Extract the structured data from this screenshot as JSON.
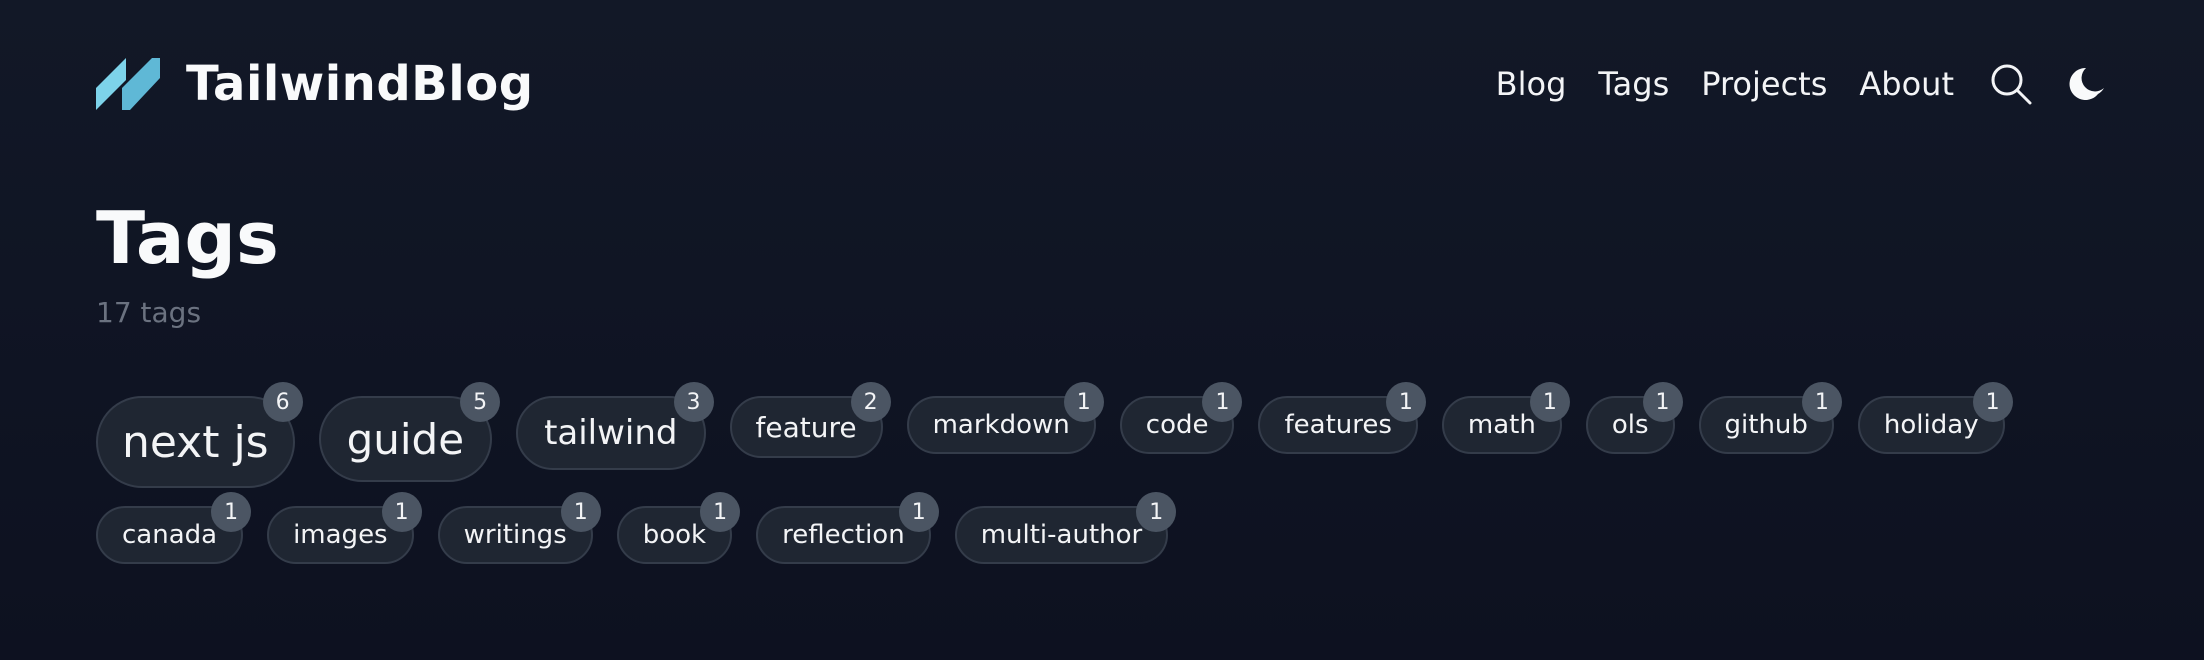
{
  "header": {
    "brand": "TailwindBlog",
    "nav": [
      "Blog",
      "Tags",
      "Projects",
      "About"
    ],
    "icons": [
      "search-icon",
      "moon-icon"
    ]
  },
  "page": {
    "title": "Tags",
    "count_text": "17 tags"
  },
  "tags_row1": [
    {
      "label": "next js",
      "count": "6"
    },
    {
      "label": "guide",
      "count": "5"
    },
    {
      "label": "tailwind",
      "count": "3"
    },
    {
      "label": "feature",
      "count": "2"
    },
    {
      "label": "markdown",
      "count": "1"
    },
    {
      "label": "code",
      "count": "1"
    },
    {
      "label": "features",
      "count": "1"
    },
    {
      "label": "math",
      "count": "1"
    },
    {
      "label": "ols",
      "count": "1"
    },
    {
      "label": "github",
      "count": "1"
    },
    {
      "label": "holiday",
      "count": "1"
    }
  ],
  "tags_row2": [
    {
      "label": "canada",
      "count": "1"
    },
    {
      "label": "images",
      "count": "1"
    },
    {
      "label": "writings",
      "count": "1"
    },
    {
      "label": "book",
      "count": "1"
    },
    {
      "label": "reflection",
      "count": "1"
    },
    {
      "label": "multi-author",
      "count": "1"
    }
  ],
  "colors": {
    "background": "#111827",
    "logo": "#67c6e3",
    "tag_bg": "#1f2632",
    "badge_bg": "#4b5563",
    "muted_text": "#6b7280"
  }
}
